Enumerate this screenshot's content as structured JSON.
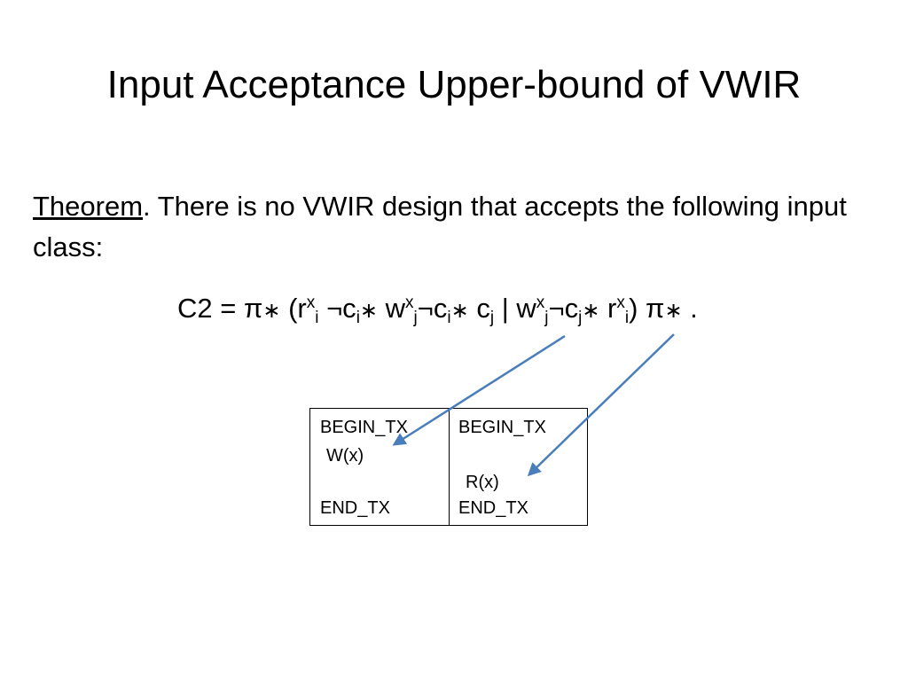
{
  "slide": {
    "title": "Input Acceptance Upper-bound of VWIR",
    "theorem": {
      "label": "Theorem",
      "text": ". There is no VWIR design that accepts the following input class:"
    },
    "formula": {
      "prefix": "C2 = π",
      "star": "∗",
      "open": " (r",
      "x": "x",
      "i": "i",
      "j": "j",
      "neg_c": " ¬c",
      "w": " w",
      "neg_c_tight": "¬c",
      "c": " c",
      "bar": " | w",
      "r": " r",
      "close": ") π",
      "end": " ."
    },
    "table": {
      "columns": [
        {
          "begin": "BEGIN_TX",
          "op": "W(x)",
          "end": "END_TX"
        },
        {
          "begin": "BEGIN_TX",
          "op": "R(x)",
          "end": "END_TX"
        }
      ]
    },
    "colors": {
      "arrow": "#4a7ebb"
    }
  }
}
